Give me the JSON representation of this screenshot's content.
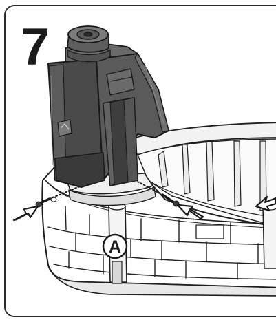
{
  "step": {
    "number": "7"
  },
  "callouts": [
    {
      "label": "A"
    }
  ],
  "icons": [
    "step-frame",
    "reservoir-icon",
    "screw-icon",
    "arrow-icon"
  ],
  "colors": {
    "frame": "#2a2a2a",
    "reservoir_dark": "#4a4a4a",
    "reservoir_mid": "#6a6a6a",
    "reservoir_light": "#8c8c8c",
    "base_line": "#1e1e1e",
    "base_fill": "#ffffff",
    "base_shade": "#e6e6e6"
  }
}
